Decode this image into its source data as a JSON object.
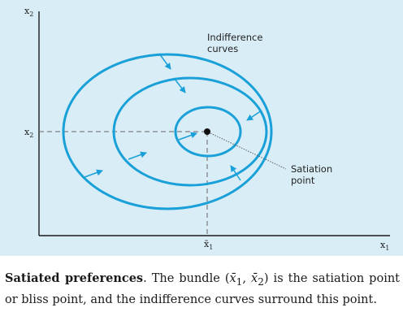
{
  "figure": {
    "axis_labels": {
      "y_axis": "x",
      "y_axis_sub": "2",
      "x_axis": "x",
      "x_axis_sub": "1",
      "x_tick": "x̄",
      "x_tick_sub": "1",
      "y_tick": "x",
      "y_tick_sub": "2"
    },
    "annotations": {
      "indifference_line1": "Indifference",
      "indifference_line2": "curves",
      "satiation_line1": "Satiation",
      "satiation_line2": "point"
    },
    "colors": {
      "curve": "#1aa0d8",
      "background": "#d9edf6",
      "axis": "#1a1a1a",
      "dashed": "#555555"
    }
  },
  "caption": {
    "title": "Satiated preferences",
    "text_before_math": ". The bundle (",
    "math_x1": "x̄",
    "math_x1_sub": "1",
    "math_sep": ", ",
    "math_x2": "x̄",
    "math_x2_sub": "2",
    "text_after_math": ") is the satiation point or bliss point, and the indifference curves surround this point."
  }
}
